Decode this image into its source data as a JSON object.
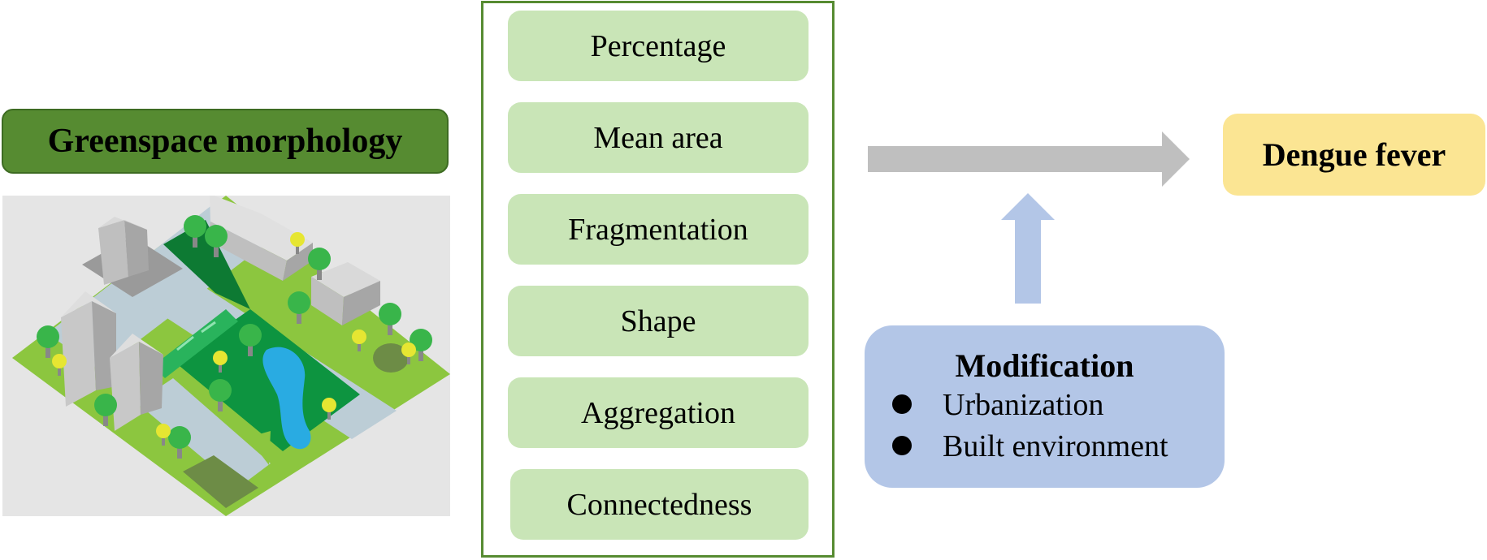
{
  "left_panel": {
    "title": "Greenspace morphology"
  },
  "metrics": [
    {
      "label": "Percentage"
    },
    {
      "label": "Mean area"
    },
    {
      "label": "Fragmentation"
    },
    {
      "label": "Shape"
    },
    {
      "label": "Aggregation"
    },
    {
      "label": "Connectedness"
    }
  ],
  "outcome": {
    "label": "Dengue fever"
  },
  "modification": {
    "title": "Modification",
    "items": [
      "Urbanization",
      "Built environment"
    ]
  },
  "colors": {
    "header_green": "#568b31",
    "metric_fill": "#c9e5b7",
    "frame_border": "#568b31",
    "arrow_gray": "#bfbfbf",
    "arrow_blue": "#b3c6e7",
    "outcome_fill": "#fbe593",
    "modification_fill": "#b3c6e7"
  }
}
